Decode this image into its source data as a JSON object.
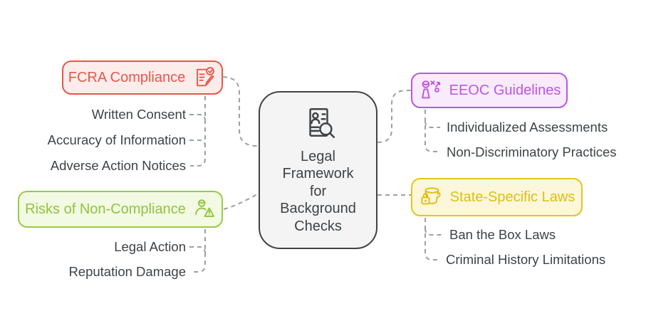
{
  "palette": {
    "background": "#ffffff",
    "connector": "#9aa0a6",
    "leaf_text": "#3e4347",
    "center_border": "#404447",
    "center_background": "#f4f4f4",
    "red": "#e8564c",
    "red_bg": "#fdedea",
    "green": "#90c33f",
    "green_bg": "#f3fae3",
    "purple": "#bd55e0",
    "purple_bg": "#f8ecfc",
    "yellow": "#e3c61c",
    "yellow_bg": "#fcf7da"
  },
  "center": {
    "title": "Legal Framework for Background Checks",
    "icon": "background-check-document-icon"
  },
  "branches": [
    {
      "id": "fcra",
      "label": "FCRA Compliance",
      "icon": "document-signing-check-icon",
      "color": "#e8564c",
      "background": "#fdedea",
      "children": [
        "Written Consent",
        "Accuracy of Information",
        "Adverse Action Notices"
      ]
    },
    {
      "id": "risks",
      "label": "Risks of Non-Compliance",
      "icon": "person-warning-icon",
      "color": "#90c33f",
      "background": "#f3fae3",
      "children": [
        "Legal Action",
        "Reputation Damage"
      ]
    },
    {
      "id": "eeoc",
      "label": "EEOC Guidelines",
      "icon": "person-strategy-icon",
      "color": "#bd55e0",
      "background": "#f8ecfc",
      "children": [
        "Individualized Assessments",
        "Non-Discriminatory Practices"
      ]
    },
    {
      "id": "state",
      "label": "State-Specific Laws",
      "icon": "bucket-padlock-icon",
      "color": "#ddbf12",
      "background": "#fcf7da",
      "children": [
        "Ban the Box Laws",
        "Criminal History Limitations"
      ]
    }
  ]
}
